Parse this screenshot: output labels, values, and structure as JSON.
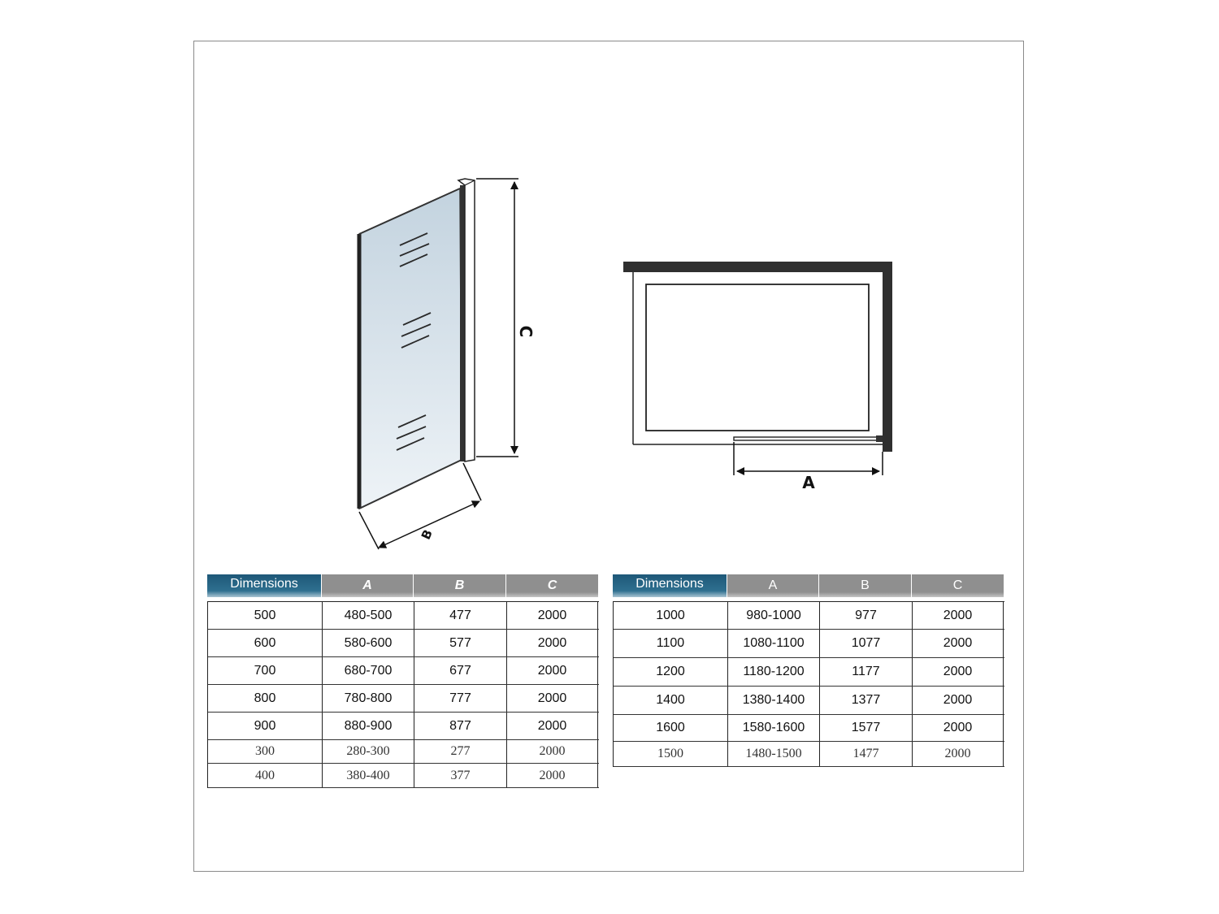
{
  "diagram": {
    "panel_labels": {
      "height": "C",
      "depth": "B"
    },
    "plan_labels": {
      "width": "A"
    },
    "colors": {
      "frame": "#3b3b3b",
      "glass_top": "#c3d3df",
      "glass_bottom": "#e9eff4",
      "header_blue": "#2a6585",
      "header_gray": "#8f8f8f"
    }
  },
  "table_left": {
    "headers": [
      "Dimensions",
      "A",
      "B",
      "C"
    ],
    "rows": [
      [
        "500",
        "480-500",
        "477",
        "2000"
      ],
      [
        "600",
        "580-600",
        "577",
        "2000"
      ],
      [
        "700",
        "680-700",
        "677",
        "2000"
      ],
      [
        "800",
        "780-800",
        "777",
        "2000"
      ],
      [
        "900",
        "880-900",
        "877",
        "2000"
      ],
      [
        "300",
        "280-300",
        "277",
        "2000"
      ],
      [
        "400",
        "380-400",
        "377",
        "2000"
      ]
    ]
  },
  "table_right": {
    "headers": [
      "Dimensions",
      "A",
      "B",
      "C"
    ],
    "rows": [
      [
        "1000",
        "980-1000",
        "977",
        "2000"
      ],
      [
        "1100",
        "1080-1100",
        "1077",
        "2000"
      ],
      [
        "1200",
        "1180-1200",
        "1177",
        "2000"
      ],
      [
        "1400",
        "1380-1400",
        "1377",
        "2000"
      ],
      [
        "1600",
        "1580-1600",
        "1577",
        "2000"
      ],
      [
        "1500",
        "1480-1500",
        "1477",
        "2000"
      ]
    ]
  }
}
